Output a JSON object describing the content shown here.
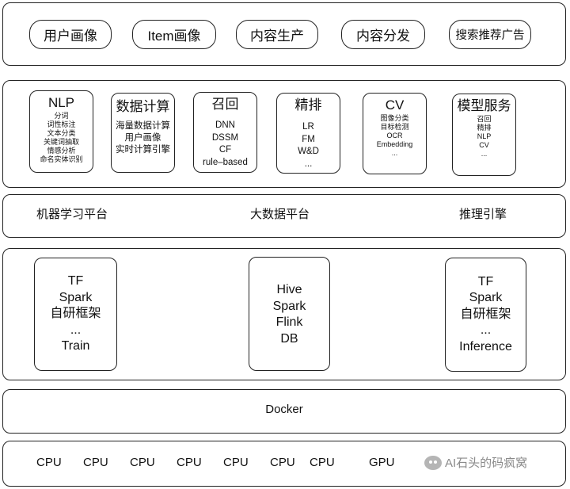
{
  "apps": [
    "用户画像",
    "Item画像",
    "内容生产",
    "内容分发",
    "搜索推荐广告"
  ],
  "services": {
    "nlp": {
      "title": "NLP",
      "items": [
        "分词",
        "词性标注",
        "文本分类",
        "关键词抽取",
        "情感分析",
        "命名实体识别"
      ]
    },
    "compute": {
      "title": "数据计算",
      "items": [
        "海量数据计算",
        "用户画像",
        "实时计算引擎"
      ]
    },
    "recall": {
      "title": "召回",
      "items": [
        "DNN",
        "DSSM",
        "CF",
        "rule–based"
      ]
    },
    "rank": {
      "title": "精排",
      "items": [
        "LR",
        "FM",
        "W&D",
        "..."
      ]
    },
    "cv": {
      "title": "CV",
      "items": [
        "图像分类",
        "目标检测",
        "OCR",
        "Embedding",
        "..."
      ]
    },
    "model_service": {
      "title": "模型服务",
      "items": [
        "召回",
        "精排",
        "NLP",
        "CV",
        "..."
      ]
    }
  },
  "platforms": [
    "机器学习平台",
    "大数据平台",
    "推理引擎"
  ],
  "infra": {
    "train": [
      "TF",
      "Spark",
      "自研框架",
      "...",
      "Train"
    ],
    "bigdata": [
      "Hive",
      "Spark",
      "Flink",
      "DB"
    ],
    "inference": [
      "TF",
      "Spark",
      "自研框架",
      "...",
      "Inference"
    ]
  },
  "docker": "Docker",
  "hardware": [
    "CPU",
    "CPU",
    "CPU",
    "CPU",
    "CPU",
    "CPU",
    "CPU",
    "GPU"
  ],
  "watermark": "AI石头的码疯窝"
}
